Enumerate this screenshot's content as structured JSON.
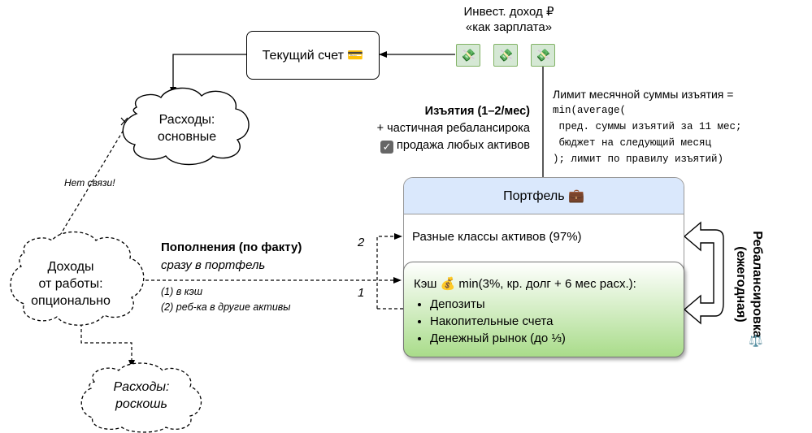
{
  "income": {
    "line1": "Инвест. доход ₽",
    "line2": "«как зарплата»",
    "money_icon": "💸"
  },
  "current_account": {
    "label": "Текущий счет 💳"
  },
  "expenses_basic": {
    "line1": "Расходы:",
    "line2": "основные"
  },
  "expenses_luxury": {
    "line1": "Расходы:",
    "line2": "роскошь"
  },
  "work_income": {
    "line1": "Доходы",
    "line2": "от работы:",
    "line3": "опционально"
  },
  "no_link": "Нет связи!",
  "withdrawals": {
    "title": "Изъятия (1–2/мес)",
    "line2": "+ частичная ребалансирока",
    "line3": "продажа любых активов",
    "check_icon": "☑"
  },
  "limit": {
    "title": "Лимит месячной суммы изъятия =",
    "code": [
      "min(average(",
      " пред. суммы изъятий за 11 мес;",
      " бюджет на следующий месяц",
      "); лимит по правилу изъятий)"
    ]
  },
  "portfolio": {
    "title": "Портфель 💼",
    "assets": "Разные классы активов (97%)",
    "cash_title": "Кэш 💰 min(3%, кр. долг + 6 мес расх.):",
    "cash_items": [
      "Депозиты",
      "Накопительные счета",
      "Денежный рынок (до ⅓)"
    ]
  },
  "deposits": {
    "title": "Пополнения (по факту)",
    "subtitle": "сразу в портфель",
    "step1": "(1) в кэш",
    "step2": "(2) реб-ка в другие активы",
    "num1": "1",
    "num2": "2"
  },
  "rebalancing": {
    "line1": "Ребалансировка",
    "line2": "(ежегодная)",
    "icon": "⚖️"
  }
}
